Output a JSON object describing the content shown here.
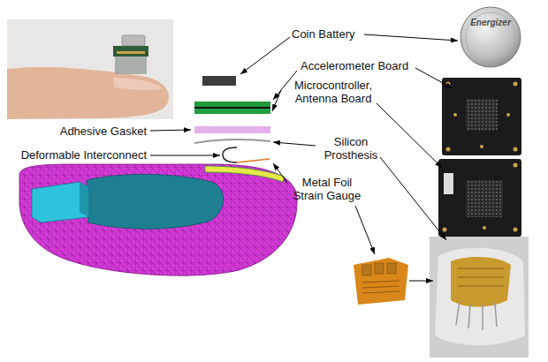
{
  "diagram": {
    "labels": [
      "Coin Battery",
      "Accelerometer Board",
      "Microcontroller, Antenna Board",
      "Adhesive Gasket",
      "Deformable Interconnect",
      "Silicon Prosthesis",
      "Metal Foil Strain Gauge",
      "Energizer"
    ]
  }
}
